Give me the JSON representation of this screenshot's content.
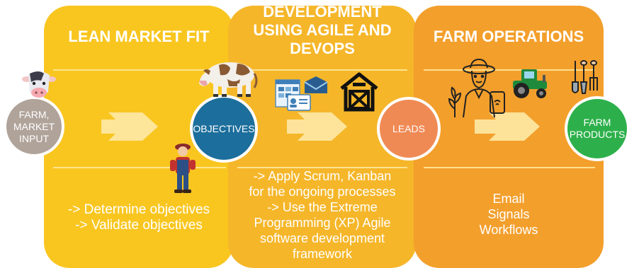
{
  "stages": [
    {
      "title": "LEAN MARKET FIT",
      "body": [
        "-> Determine objectives",
        "-> Validate objectives"
      ]
    },
    {
      "title": [
        "DEVELOPMENT",
        "USING AGILE AND",
        "DEVOPS"
      ],
      "body": [
        "-> Apply Scrum, Kanban",
        "for the ongoing processes",
        "-> Use the Extreme",
        "Programming (XP) Agile",
        "software development",
        "framework"
      ]
    },
    {
      "title": "FARM OPERATIONS",
      "body": [
        "Email",
        "Signals",
        "Workflows"
      ]
    }
  ],
  "nodes": [
    {
      "label": [
        "FARM,",
        "MARKET",
        "INPUT"
      ],
      "color": "#b0a39a"
    },
    {
      "label": [
        "OBJECTIVES"
      ],
      "color": "#1c6e9c"
    },
    {
      "label": [
        "LEADS"
      ],
      "color": "#f08a55"
    },
    {
      "label": [
        "FARM",
        "PRODUCTS"
      ],
      "color": "#2db04b"
    }
  ],
  "icons": [
    "cow-head-icon",
    "farmer-icon",
    "cow-icon",
    "forms-icon",
    "mail-icon",
    "barn-icon",
    "farmer-with-tablet-icon",
    "tractor-icon",
    "farm-tools-icon",
    "arrow-icon"
  ],
  "colors": {
    "panel1": "#f9c620",
    "panel2": "#f5b629",
    "panel3": "#f39f2c",
    "arrow": "#fde7a0"
  }
}
